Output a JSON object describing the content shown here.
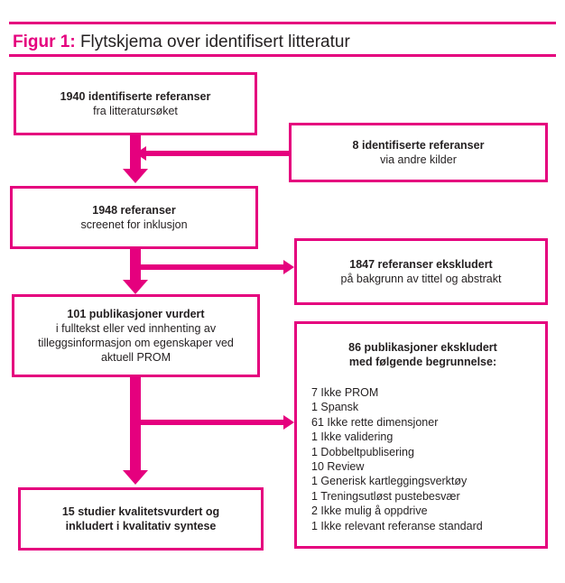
{
  "title": {
    "label": "Figur 1:",
    "text": "Flytskjema over identifisert litteratur"
  },
  "colors": {
    "accent": "#e5007e",
    "text": "#231f20"
  },
  "boxes": {
    "identified": {
      "bold": "1940 identifiserte referanser",
      "text": "fra litteratursøket"
    },
    "other_sources": {
      "bold": "8 identifiserte referanser",
      "text": "via andre kilder"
    },
    "screened": {
      "bold": "1948 referanser",
      "text": "screenet for inklusjon"
    },
    "excluded_abstract": {
      "bold": "1847 referanser ekskludert",
      "text": "på bakgrunn av tittel og abstrakt"
    },
    "fulltext": {
      "bold": "101 publikasjoner vurdert",
      "line1": "i fulltekst eller ved innhenting av",
      "line2": "tilleggsinformasjon om egenskaper ved",
      "line3": "aktuell PROM"
    },
    "excluded_fulltext": {
      "bold1": "86 publikasjoner ekskludert",
      "bold2": "med følgende begrunnelse:",
      "reasons": [
        "7 Ikke PROM",
        "1 Spansk",
        "61 Ikke rette dimensjoner",
        "1 Ikke validering",
        "1 Dobbeltpublisering",
        "10 Review",
        "1 Generisk kartleggingsverktøy",
        "1 Treningsutløst pustebesvær",
        "2 Ikke mulig å oppdrive",
        "1 Ikke relevant referanse standard"
      ]
    },
    "included": {
      "bold1": "15 studier kvalitetsvurdert og",
      "bold2": "inkludert i kvalitativ syntese"
    }
  }
}
